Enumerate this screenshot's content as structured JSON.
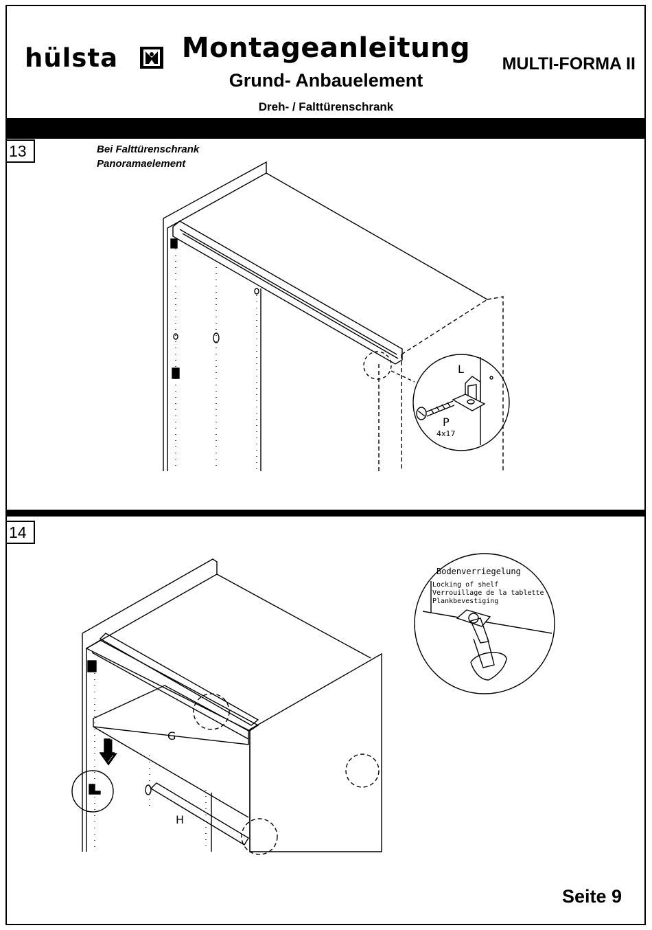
{
  "header": {
    "brand": "hülsta",
    "title": "Montageanleitung",
    "subtitle": "Grund- Anbauelement",
    "subsubtitle": "Dreh- / Falttürenschrank",
    "model": "MULTI-FORMA II"
  },
  "step13": {
    "number": "13",
    "note_line1": "Bei  Falttürenschrank",
    "note_line2": "Panoramaelement",
    "part_l": "L",
    "part_p": "P",
    "screw_size": "4x17"
  },
  "step14": {
    "number": "14",
    "detail_title": "Bodenverriegelung",
    "detail_en": "Locking of shelf",
    "detail_fr": "Verrouillage de la tablette",
    "detail_nl": "Plankbevestiging",
    "part_g": "G",
    "part_h": "H"
  },
  "footer": {
    "page": "Seite 9"
  }
}
